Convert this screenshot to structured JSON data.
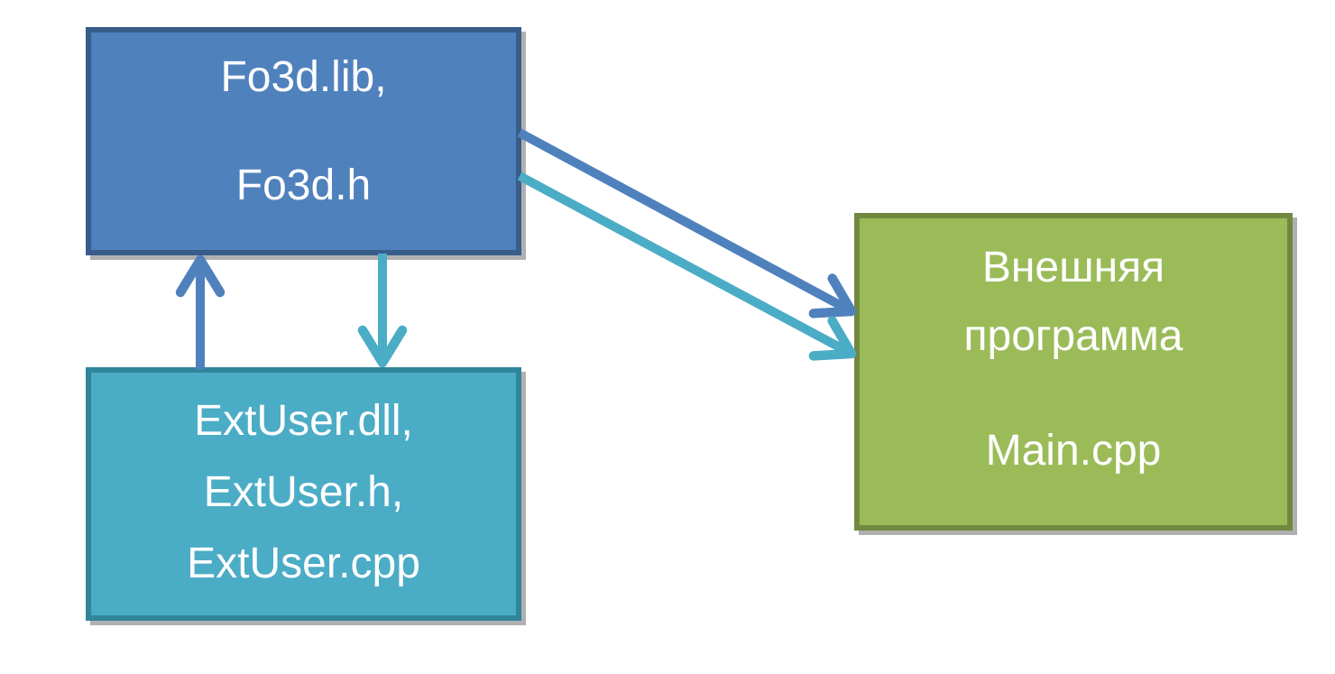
{
  "diagram": {
    "description": "Component dependency diagram: Fo3d library, ExtUser wrapper and external program",
    "colors": {
      "background": "#FFFFFF",
      "text": "#FFFFFF",
      "blue_fill": "#4F81BD",
      "blue_border": "#385D8A",
      "teal_fill": "#4BACC6",
      "teal_border": "#31859B",
      "green_fill": "#9BBB59",
      "green_border": "#71893F",
      "arrow_blue": "#4F81BD",
      "arrow_teal": "#4BACC6"
    },
    "boxes": {
      "fo3d": {
        "lines": [
          "Fo3d.lib,",
          "Fo3d.h"
        ]
      },
      "extuser": {
        "lines": [
          "ExtUser.dll,",
          "ExtUser.h,",
          "ExtUser.cpp"
        ]
      },
      "main": {
        "lines": [
          "Внешняя",
          "программа",
          "Main.cpp"
        ]
      }
    },
    "connections": [
      {
        "from": "extuser",
        "to": "fo3d",
        "direction": "up",
        "color": "#4F81BD"
      },
      {
        "from": "fo3d",
        "to": "extuser",
        "direction": "down",
        "color": "#4BACC6"
      },
      {
        "from": "fo3d",
        "to": "main",
        "direction": "diagonal",
        "color": "#4F81BD"
      },
      {
        "from": "fo3d",
        "to": "main",
        "direction": "diagonal",
        "color": "#4BACC6"
      }
    ]
  }
}
